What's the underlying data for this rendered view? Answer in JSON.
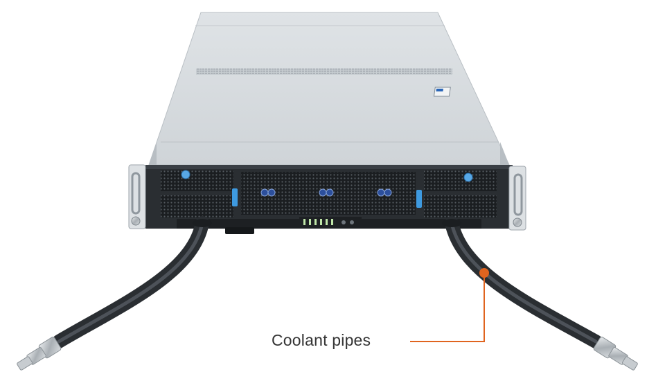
{
  "callout": {
    "label": "Coolant pipes",
    "accent_color": "#e0641f"
  },
  "icons": [
    "server-chassis",
    "coolant-pipe",
    "pipe-fitting",
    "callout-marker"
  ]
}
